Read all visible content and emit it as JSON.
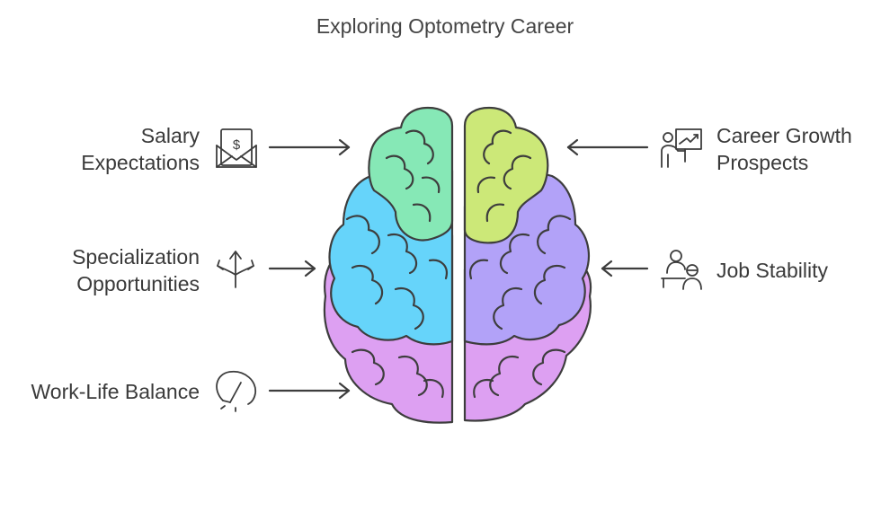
{
  "title": "Exploring Optometry Career",
  "left_items": [
    {
      "lines": [
        "Salary",
        "Expectations"
      ],
      "icon": "money-envelope-icon"
    },
    {
      "lines": [
        "Specialization",
        "Opportunities"
      ],
      "icon": "branching-arrows-icon"
    },
    {
      "lines": [
        "Work-Life Balance"
      ],
      "icon": "balance-gauge-icon"
    }
  ],
  "right_items": [
    {
      "lines": [
        "Career Growth",
        "Prospects"
      ],
      "icon": "presenter-chart-icon"
    },
    {
      "lines": [
        "Job Stability"
      ],
      "icon": "people-desk-icon"
    }
  ],
  "colors": {
    "green": "#86e8b6",
    "blue": "#66d4fa",
    "violet": "#dda0f2",
    "lime": "#cce878",
    "lavender": "#b2a2f8",
    "outline": "#3d3d3d"
  }
}
